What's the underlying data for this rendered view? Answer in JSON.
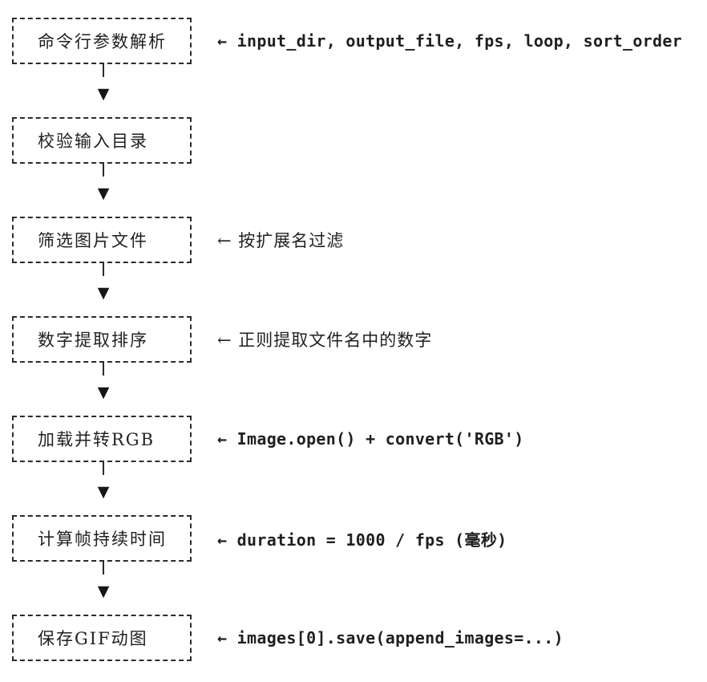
{
  "diagram": {
    "arrow_glyph": "▼",
    "colors": {
      "ink": "#1f1f1f",
      "border": "#2b2b2b",
      "background": "#ffffff"
    },
    "steps": [
      {
        "label": "命令行参数解析",
        "annotation": "← input_dir, output_file, fps, loop, sort_order",
        "annotation_style": "code"
      },
      {
        "label": "校验输入目录",
        "annotation": "",
        "annotation_style": "none"
      },
      {
        "label": "筛选图片文件",
        "annotation": "← 按扩展名过滤",
        "annotation_style": "text"
      },
      {
        "label": "数字提取排序",
        "annotation": "← 正则提取文件名中的数字",
        "annotation_style": "text"
      },
      {
        "label": "加载并转RGB",
        "annotation": "← Image.open() + convert('RGB')",
        "annotation_style": "code"
      },
      {
        "label": "计算帧持续时间",
        "annotation": "← duration = 1000 / fps (毫秒)",
        "annotation_style": "code"
      },
      {
        "label": "保存GIF动图",
        "annotation": "← images[0].save(append_images=...)",
        "annotation_style": "code"
      }
    ]
  }
}
